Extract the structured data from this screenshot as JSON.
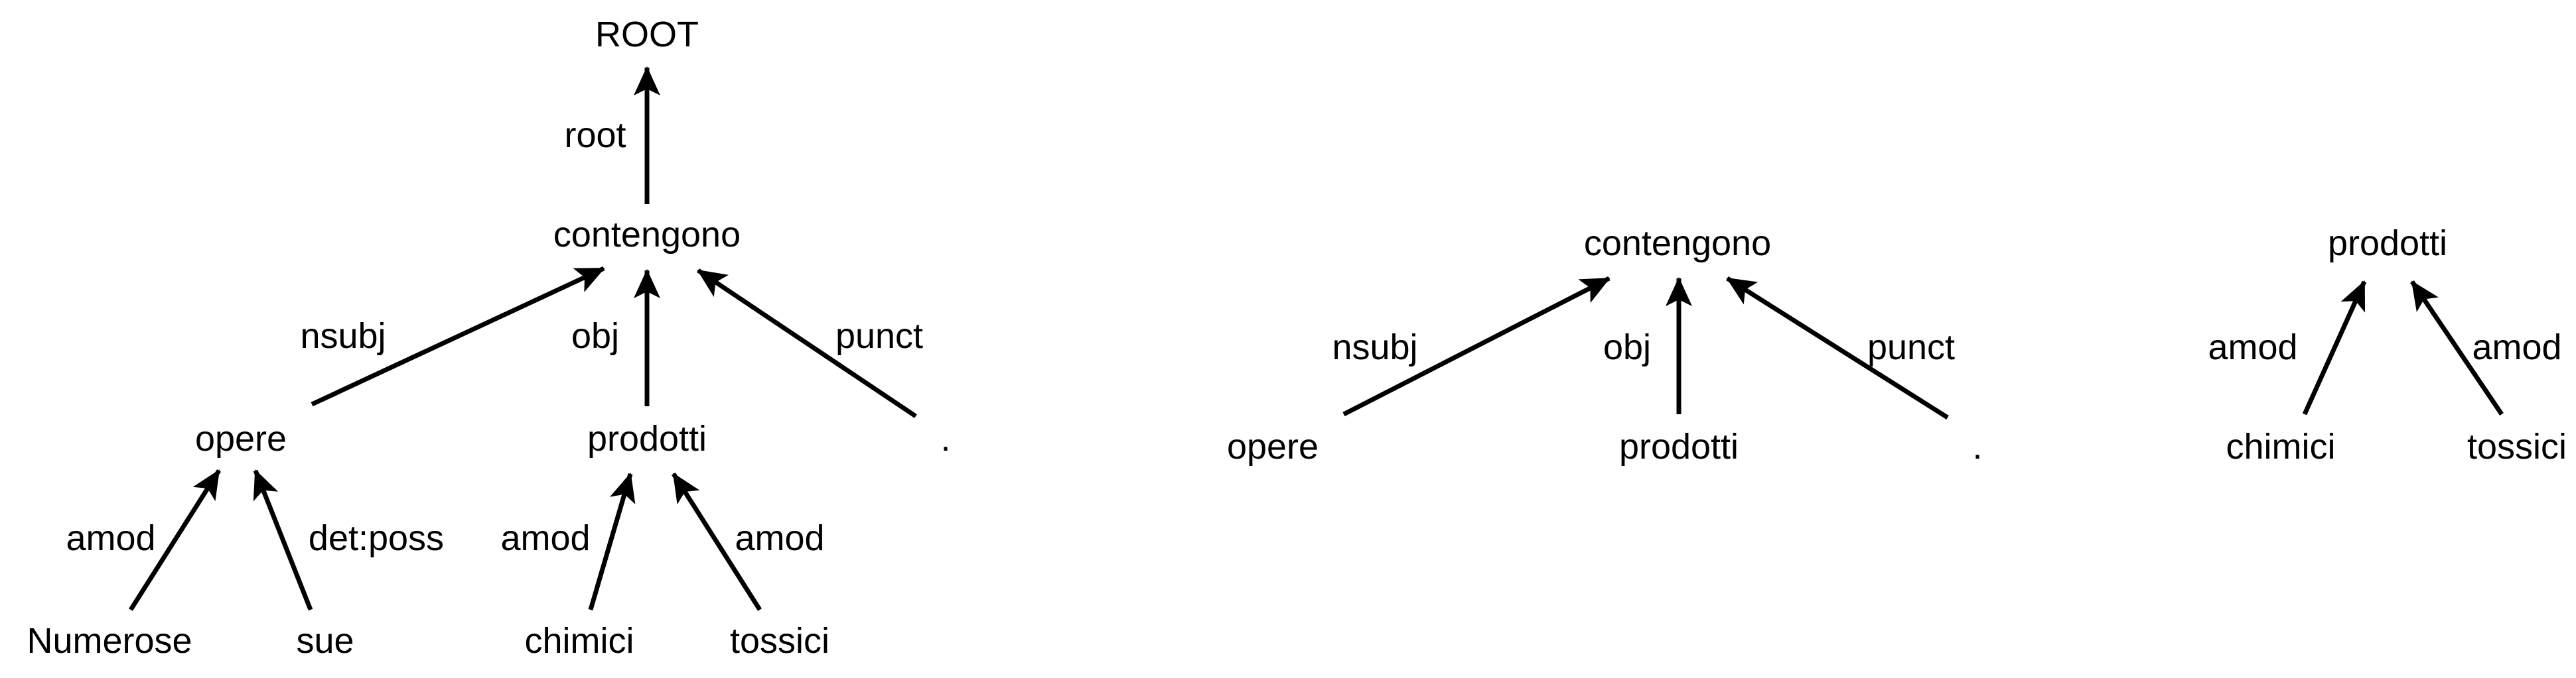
{
  "trees": [
    {
      "id": "full",
      "nodes": {
        "root": "ROOT",
        "contengono": "contengono",
        "opere": "opere",
        "prodotti": "prodotti",
        "period": ".",
        "numerose": "Numerose",
        "sue": "sue",
        "chimici": "chimici",
        "tossici": "tossici"
      },
      "edges": {
        "root": "root",
        "nsubj": "nsubj",
        "obj": "obj",
        "punct": "punct",
        "amod_opere": "amod",
        "detposs": "det:poss",
        "amod_chimici": "amod",
        "amod_tossici": "amod"
      }
    },
    {
      "id": "verb-subtree",
      "nodes": {
        "contengono": "contengono",
        "opere": "opere",
        "prodotti": "prodotti",
        "period": "."
      },
      "edges": {
        "nsubj": "nsubj",
        "obj": "obj",
        "punct": "punct"
      }
    },
    {
      "id": "noun-subtree",
      "nodes": {
        "prodotti": "prodotti",
        "chimici": "chimici",
        "tossici": "tossici"
      },
      "edges": {
        "amod_chimici": "amod",
        "amod_tossici": "amod"
      }
    }
  ]
}
